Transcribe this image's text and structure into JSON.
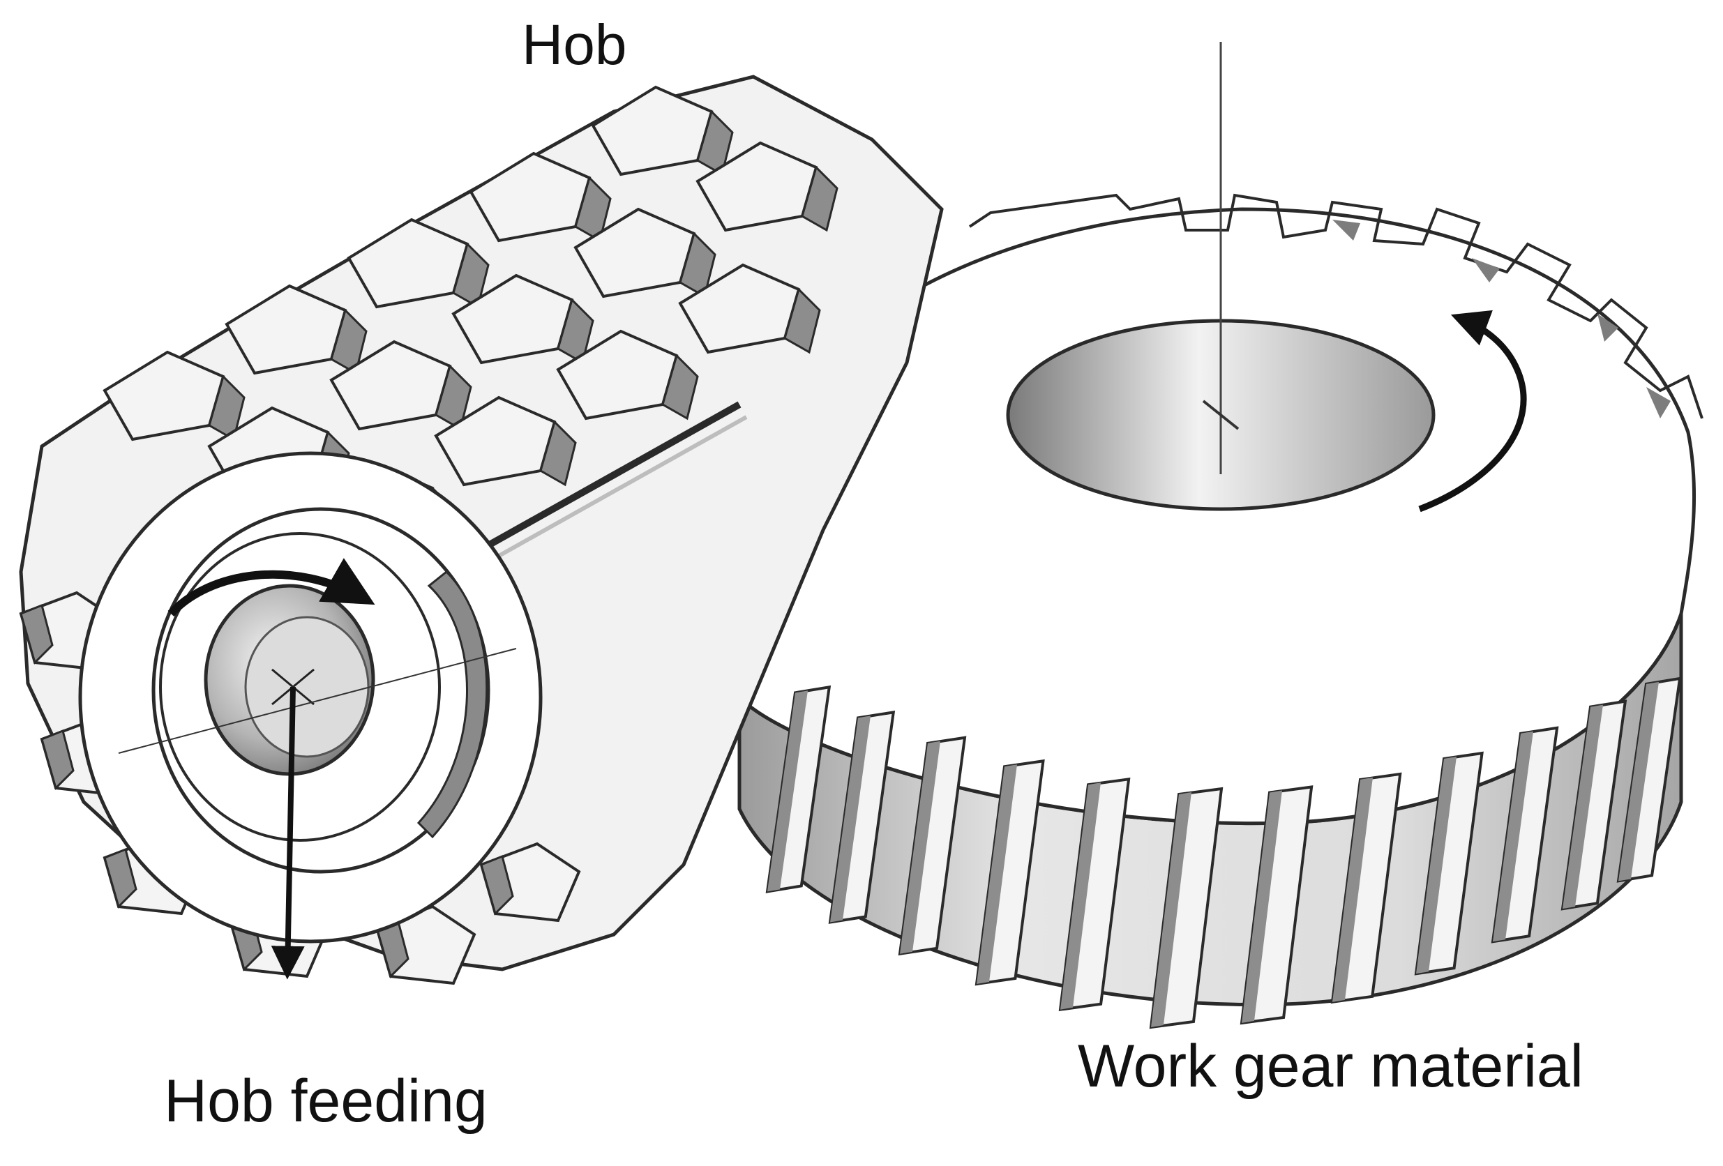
{
  "labels": {
    "hob": "Hob",
    "hob_feeding": "Hob feeding",
    "work_gear_material": "Work gear material"
  },
  "colors": {
    "outline": "#2a2a2a",
    "face_light": "#f4f4f4",
    "face_mid": "#d9d9d9",
    "face_dark": "#8d8d8d",
    "arrow": "#111111"
  }
}
